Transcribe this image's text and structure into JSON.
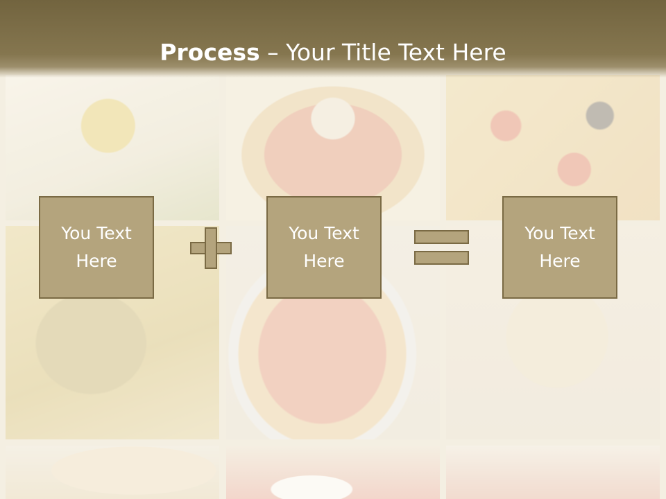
{
  "slide": {
    "title_bold": "Process",
    "title_rest": " – Your Title Text Here"
  },
  "process": {
    "boxes": [
      {
        "label": "You Text\nHere"
      },
      {
        "label": "You Text\nHere"
      },
      {
        "label": "You Text\nHere"
      }
    ],
    "operators": [
      "plus-icon",
      "equals-icon"
    ]
  },
  "colors": {
    "title_band": "#7a6b45",
    "box_fill": "#b4a47d",
    "box_border": "#7a6a44",
    "text": "#ffffff"
  }
}
